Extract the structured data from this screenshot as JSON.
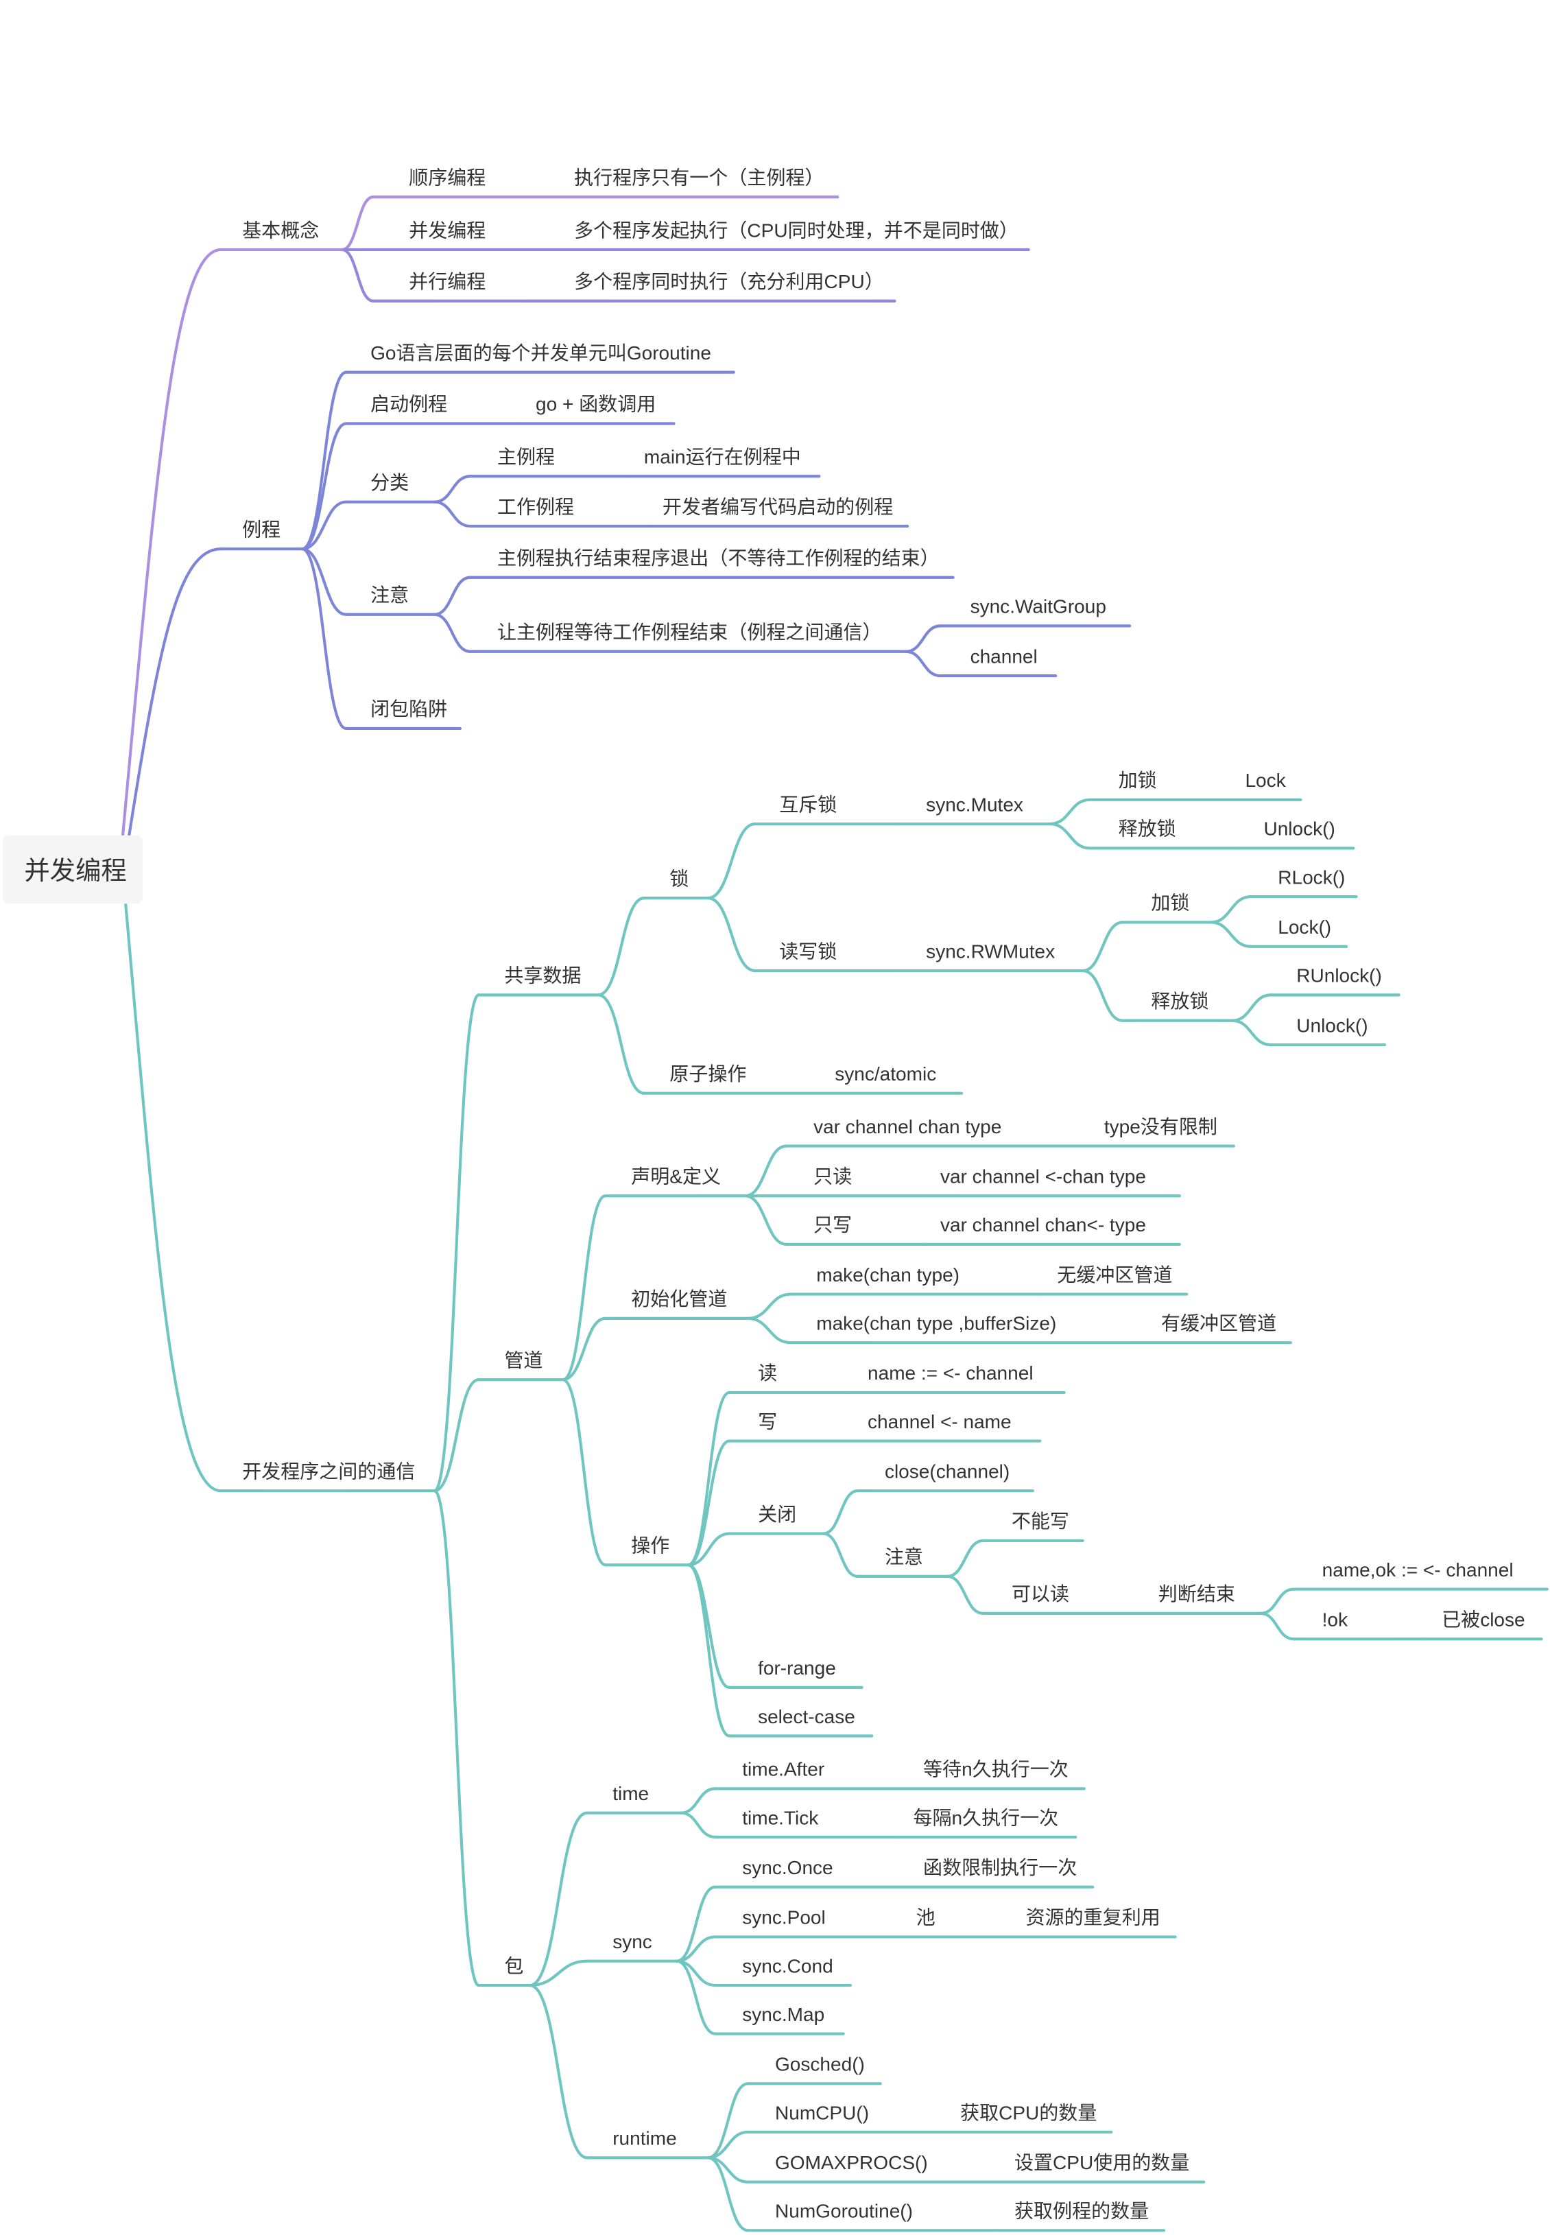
{
  "colors": {
    "concepts": "#ac8fe0",
    "concepts_alt": "#8f88dc",
    "routines": "#7c85d8",
    "communication": "#6fc6c1",
    "text": "#333333",
    "root_bg": "#f5f5f5"
  },
  "mindmap": {
    "root": "并发编程",
    "branches": [
      {
        "label": "基本概念",
        "children": [
          {
            "label": "顺序编程",
            "children": [
              {
                "label": "执行程序只有一个（主例程）"
              }
            ]
          },
          {
            "label": "并发编程",
            "children": [
              {
                "label": "多个程序发起执行（CPU同时处理，并不是同时做）"
              }
            ]
          },
          {
            "label": "并行编程",
            "children": [
              {
                "label": "多个程序同时执行（充分利用CPU）"
              }
            ]
          }
        ]
      },
      {
        "label": "例程",
        "children": [
          {
            "label": "Go语言层面的每个并发单元叫Goroutine"
          },
          {
            "label": "启动例程",
            "children": [
              {
                "label": "go + 函数调用"
              }
            ]
          },
          {
            "label": "分类",
            "children": [
              {
                "label": "主例程",
                "children": [
                  {
                    "label": "main运行在例程中"
                  }
                ]
              },
              {
                "label": "工作例程",
                "children": [
                  {
                    "label": "开发者编写代码启动的例程"
                  }
                ]
              }
            ]
          },
          {
            "label": "注意",
            "children": [
              {
                "label": "主例程执行结束程序退出（不等待工作例程的结束）"
              },
              {
                "label": "让主例程等待工作例程结束（例程之间通信）",
                "children": [
                  {
                    "label": "sync.WaitGroup"
                  },
                  {
                    "label": "channel"
                  }
                ]
              }
            ]
          },
          {
            "label": "闭包陷阱"
          }
        ]
      },
      {
        "label": "开发程序之间的通信",
        "children": [
          {
            "label": "共享数据",
            "children": [
              {
                "label": "锁",
                "children": [
                  {
                    "label": "互斥锁",
                    "children": [
                      {
                        "label": "sync.Mutex",
                        "children": [
                          {
                            "label": "加锁",
                            "children": [
                              {
                                "label": "Lock"
                              }
                            ]
                          },
                          {
                            "label": "释放锁",
                            "children": [
                              {
                                "label": "Unlock()"
                              }
                            ]
                          }
                        ]
                      }
                    ]
                  },
                  {
                    "label": "读写锁",
                    "children": [
                      {
                        "label": "sync.RWMutex",
                        "children": [
                          {
                            "label": "加锁",
                            "children": [
                              {
                                "label": "RLock()"
                              },
                              {
                                "label": "Lock()"
                              }
                            ]
                          },
                          {
                            "label": "释放锁",
                            "children": [
                              {
                                "label": "RUnlock()"
                              },
                              {
                                "label": "Unlock()"
                              }
                            ]
                          }
                        ]
                      }
                    ]
                  }
                ]
              },
              {
                "label": "原子操作",
                "children": [
                  {
                    "label": "sync/atomic"
                  }
                ]
              }
            ]
          },
          {
            "label": "管道",
            "children": [
              {
                "label": "声明&定义",
                "children": [
                  {
                    "label": "var channel chan type",
                    "children": [
                      {
                        "label": "type没有限制"
                      }
                    ]
                  },
                  {
                    "label": "只读",
                    "children": [
                      {
                        "label": "var channel <-chan type"
                      }
                    ]
                  },
                  {
                    "label": "只写",
                    "children": [
                      {
                        "label": "var channel chan<- type"
                      }
                    ]
                  }
                ]
              },
              {
                "label": "初始化管道",
                "children": [
                  {
                    "label": "make(chan type)",
                    "children": [
                      {
                        "label": "无缓冲区管道"
                      }
                    ]
                  },
                  {
                    "label": "make(chan type ,bufferSize)",
                    "children": [
                      {
                        "label": "有缓冲区管道"
                      }
                    ]
                  }
                ]
              },
              {
                "label": "操作",
                "children": [
                  {
                    "label": "读",
                    "children": [
                      {
                        "label": "name := <- channel"
                      }
                    ]
                  },
                  {
                    "label": "写",
                    "children": [
                      {
                        "label": "channel <- name"
                      }
                    ]
                  },
                  {
                    "label": "关闭",
                    "children": [
                      {
                        "label": "close(channel)"
                      },
                      {
                        "label": "注意",
                        "children": [
                          {
                            "label": "不能写"
                          },
                          {
                            "label": "可以读",
                            "children": [
                              {
                                "label": "判断结束",
                                "children": [
                                  {
                                    "label": "name,ok := <- channel"
                                  },
                                  {
                                    "label": "!ok",
                                    "children": [
                                      {
                                        "label": "已被close"
                                      }
                                    ]
                                  }
                                ]
                              }
                            ]
                          }
                        ]
                      }
                    ]
                  },
                  {
                    "label": "for-range"
                  },
                  {
                    "label": "select-case"
                  }
                ]
              }
            ]
          },
          {
            "label": "包",
            "children": [
              {
                "label": "time",
                "children": [
                  {
                    "label": "time.After",
                    "children": [
                      {
                        "label": "等待n久执行一次"
                      }
                    ]
                  },
                  {
                    "label": "time.Tick",
                    "children": [
                      {
                        "label": "每隔n久执行一次"
                      }
                    ]
                  }
                ]
              },
              {
                "label": "sync",
                "children": [
                  {
                    "label": "sync.Once",
                    "children": [
                      {
                        "label": "函数限制执行一次"
                      }
                    ]
                  },
                  {
                    "label": "sync.Pool",
                    "children": [
                      {
                        "label": "池",
                        "children": [
                          {
                            "label": "资源的重复利用"
                          }
                        ]
                      }
                    ]
                  },
                  {
                    "label": "sync.Cond"
                  },
                  {
                    "label": "sync.Map"
                  }
                ]
              },
              {
                "label": "runtime",
                "children": [
                  {
                    "label": "Gosched()"
                  },
                  {
                    "label": "NumCPU()",
                    "children": [
                      {
                        "label": "获取CPU的数量"
                      }
                    ]
                  },
                  {
                    "label": "GOMAXPROCS()",
                    "children": [
                      {
                        "label": "设置CPU使用的数量"
                      }
                    ]
                  },
                  {
                    "label": "NumGoroutine()",
                    "children": [
                      {
                        "label": "获取例程的数量"
                      }
                    ]
                  }
                ]
              }
            ]
          }
        ]
      }
    ]
  }
}
